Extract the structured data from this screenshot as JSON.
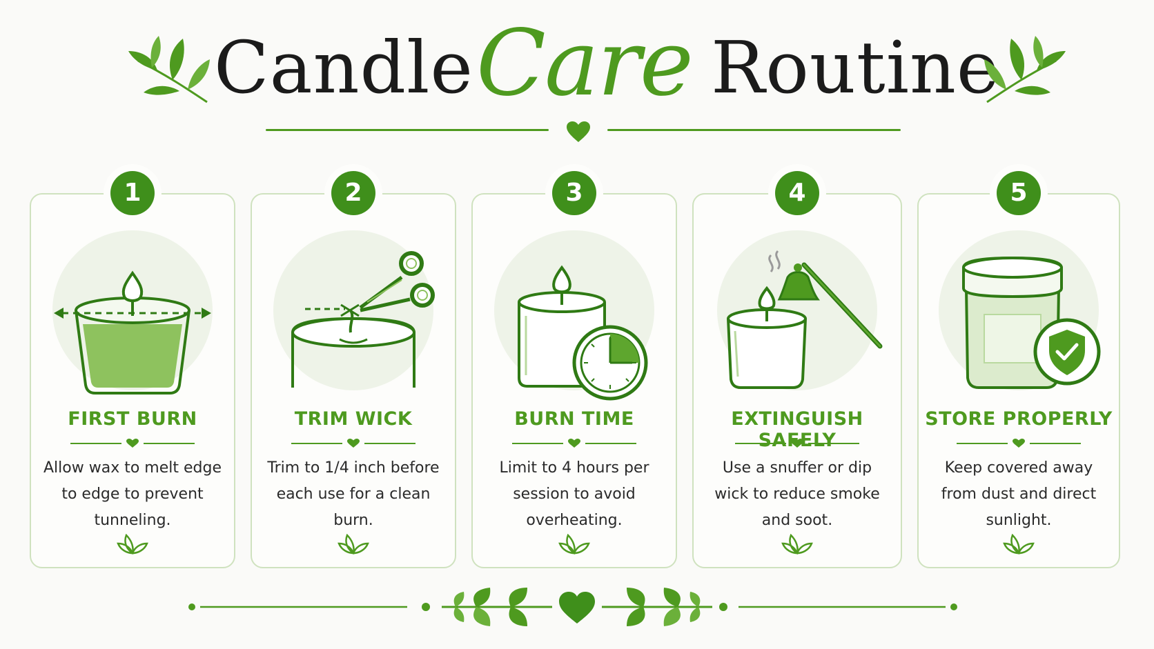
{
  "header": {
    "title_part1": "Candle",
    "title_part2": "Care",
    "title_part3": "Routine"
  },
  "colors": {
    "accent_green": "#4e9a1f",
    "badge_green": "#3f8f1b",
    "card_border": "#cfe2bf",
    "illustration_bg": "#eef3e8"
  },
  "steps": [
    {
      "number": "1",
      "title": "FIRST BURN",
      "description": "Allow wax to melt edge to edge to prevent tunneling.",
      "icon": "melted-candle-icon"
    },
    {
      "number": "2",
      "title": "TRIM WICK",
      "description": "Trim to 1/4 inch before each use for a clean burn.",
      "icon": "wick-trimmer-icon"
    },
    {
      "number": "3",
      "title": "BURN TIME",
      "description": "Limit to 4 hours per session to avoid overheating.",
      "icon": "candle-clock-icon"
    },
    {
      "number": "4",
      "title": "EXTINGUISH SAFELY",
      "description": "Use a snuffer or dip wick to reduce smoke and soot.",
      "icon": "candle-snuffer-icon"
    },
    {
      "number": "5",
      "title": "STORE PROPERLY",
      "description": "Keep covered away from dust and direct sunlight.",
      "icon": "covered-jar-shield-icon"
    }
  ]
}
